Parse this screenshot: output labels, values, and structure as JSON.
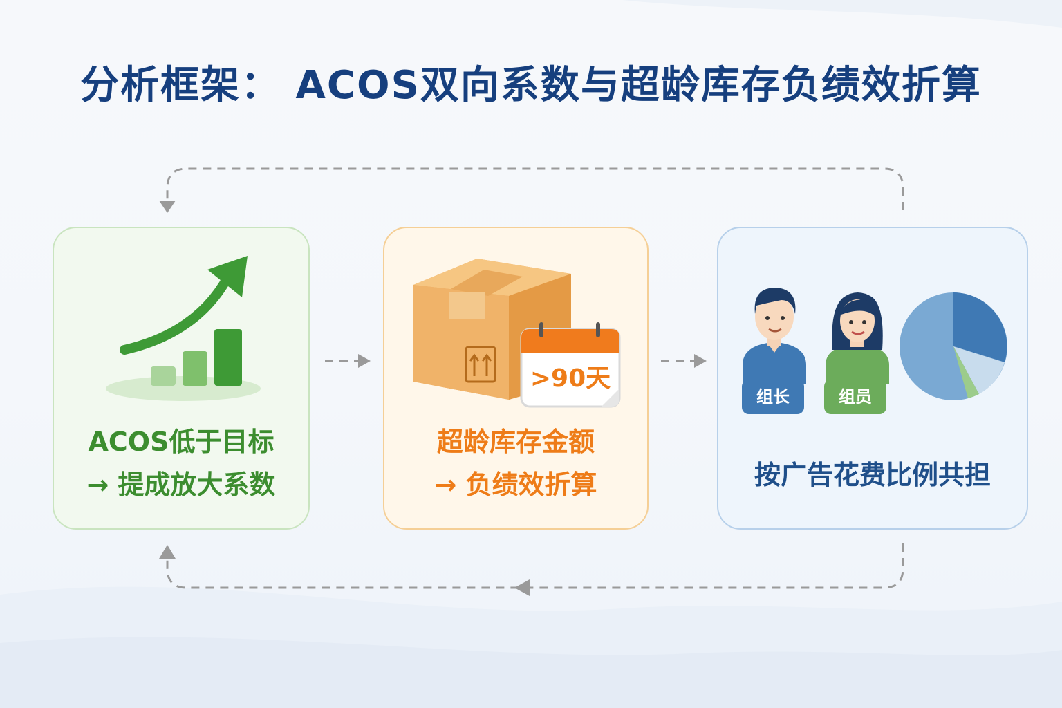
{
  "title": "分析框架： ACOS双向系数与超龄库存负绩效折算",
  "cards": [
    {
      "line1": "ACOS低于目标",
      "line2": "→ 提成放大系数",
      "color": "#3c8d2f"
    },
    {
      "line1": "超龄库存金额",
      "line2": "→ 负绩效折算",
      "color": "#ee7c18",
      "calendar_label": ">90天"
    },
    {
      "line1": "按广告花费比例共担",
      "color": "#1f4f8a",
      "badges": [
        "组长",
        "组员"
      ]
    }
  ],
  "colors": {
    "title": "#163f7e",
    "green": "#3c8d2f",
    "orange": "#ee7c18",
    "blue": "#1f4f8a",
    "arrow": "#9a9a9a"
  },
  "icons": [
    "growth-chart-icon",
    "cardboard-box-icon",
    "calendar-icon",
    "team-lead-avatar-icon",
    "team-member-avatar-icon",
    "pie-chart-icon"
  ]
}
